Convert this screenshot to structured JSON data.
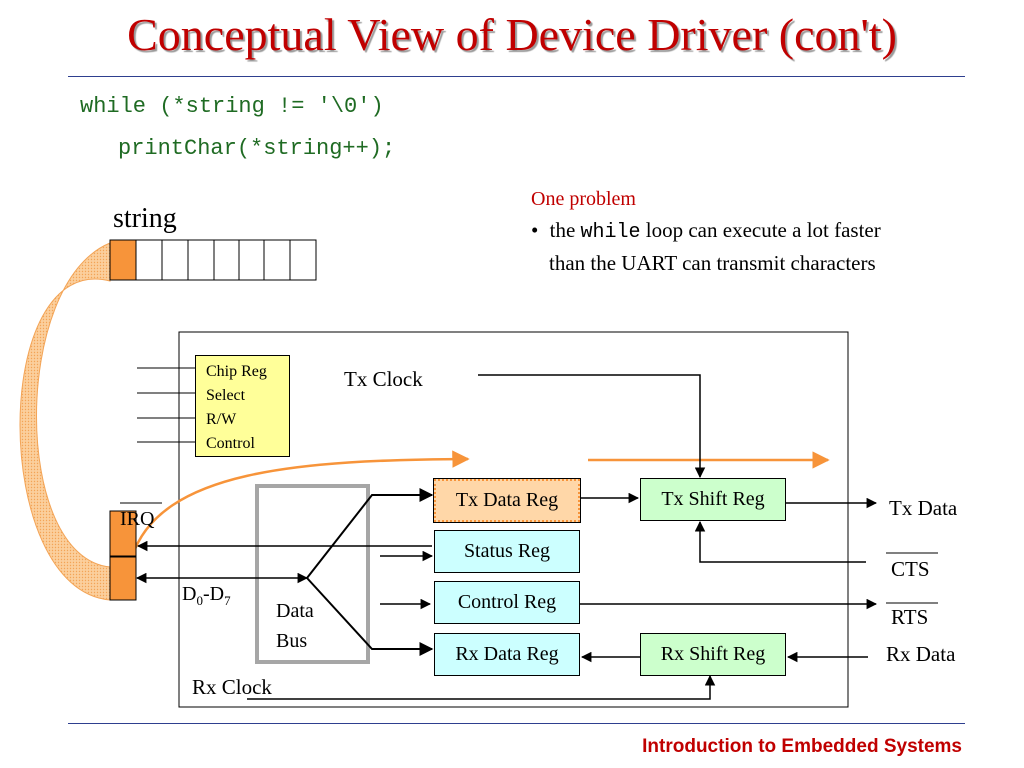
{
  "slide": {
    "title": "Conceptual View of Device Driver (con't)",
    "footer": "Introduction to Embedded Systems"
  },
  "code": {
    "line1": "while (*string != '\\0')",
    "line2": "printChar(*string++);"
  },
  "note": {
    "heading": "One problem",
    "bullet_pre": "the ",
    "bullet_code": "while",
    "bullet_post": " loop can execute a lot faster",
    "bullet_line2": "than the UART can transmit characters"
  },
  "string_label": "string",
  "string_array": {
    "cells": 8,
    "highlighted_index": 0
  },
  "uart": {
    "select_box": [
      "Chip Reg",
      "Select",
      "R/W",
      "Control"
    ],
    "tx_clock": "Tx Clock",
    "rx_clock": "Rx Clock",
    "tx_data_reg": "Tx Data Reg",
    "status_reg": "Status Reg",
    "control_reg": "Control Reg",
    "rx_data_reg": "Rx Data Reg",
    "tx_shift_reg": "Tx Shift Reg",
    "rx_shift_reg": "Rx Shift Reg",
    "data_bus_1": "Data",
    "data_bus_2": "Bus",
    "irq": "IRQ",
    "d_letter": "D",
    "d_sub_low": "0",
    "d_dash": "-D",
    "d_sub_high": "7",
    "tx_data": "Tx Data",
    "cts": "CTS",
    "rts": "RTS",
    "rx_data": "Rx Data"
  },
  "colors": {
    "title": "#c00000",
    "code": "#1f6b23",
    "orange": "#f7943a",
    "select_box": "#ffff99",
    "tx_data_reg": "#ffd7a8",
    "status_reg": "#ccffff",
    "control_reg": "#ccffff",
    "rx_data_reg": "#ccffff",
    "shift_reg": "#ccffcc",
    "data_bus_border": "#a6a6a6"
  }
}
